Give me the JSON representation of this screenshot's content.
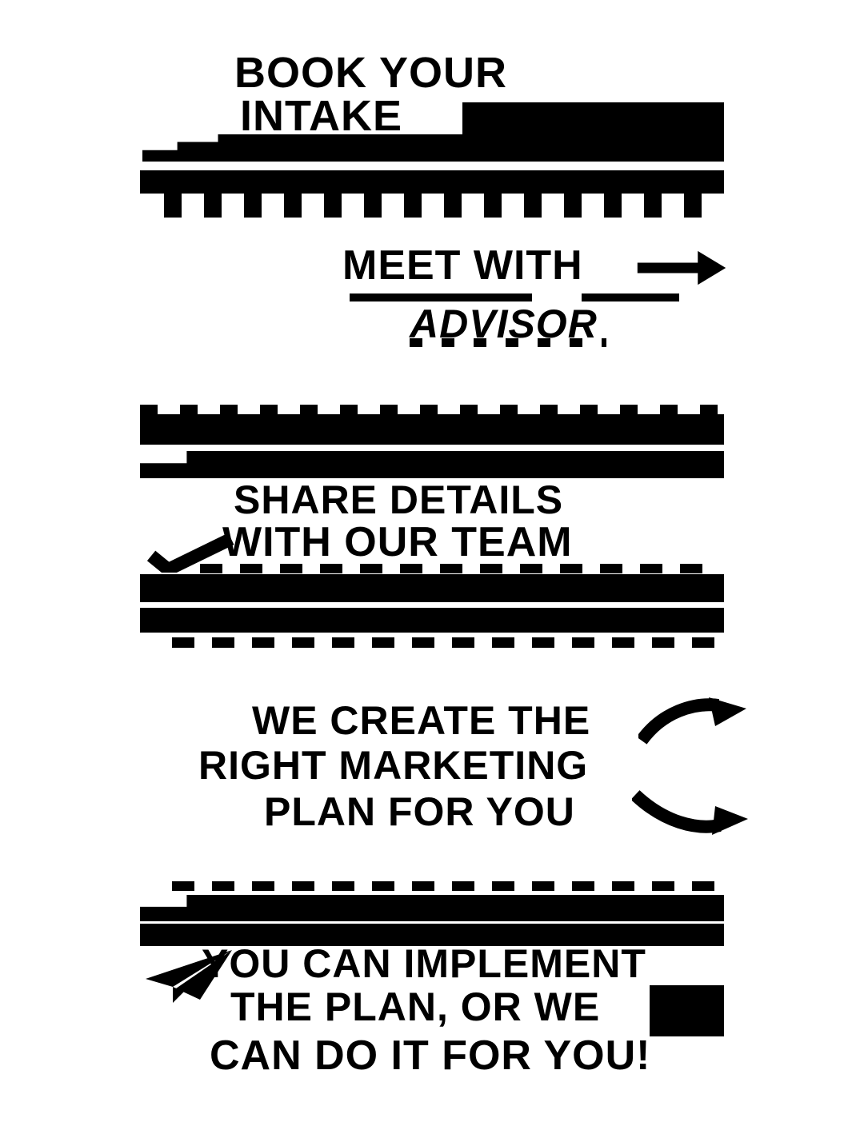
{
  "canvas": {
    "background_color": "#ffffff",
    "ink_color": "#000000",
    "description": "Heavily binarized black-and-white process infographic with five text steps separated by solid black bars and dashed divider rows"
  },
  "steps": [
    {
      "name": "step-1",
      "line1": "BOOK YOUR",
      "line2": "INTAKE",
      "decoration": "redacted-block-right"
    },
    {
      "name": "step-2",
      "line1": "MEET WITH",
      "line2": "ADVISOR",
      "decoration": "arrow-right"
    },
    {
      "name": "step-3",
      "line1": "SHARE DETAILS",
      "line2": "WITH OUR TEAM",
      "decoration": "check-icon-left"
    },
    {
      "name": "step-4",
      "line1": "WE CREATE THE",
      "line2": "RIGHT MARKETING",
      "line3": "PLAN FOR YOU",
      "decoration": "curved-arrows-right"
    },
    {
      "name": "step-5",
      "line1": "YOU CAN IMPLEMENT",
      "line2": "THE PLAN, OR WE",
      "line3": "CAN DO IT FOR YOU!",
      "decoration": "paper-plane-icon-left"
    }
  ],
  "icons": {
    "arrow_right": "arrow-right-icon",
    "check": "check-icon",
    "curved_arrow_upper": "curved-arrow-icon",
    "curved_arrow_lower": "curved-arrow-icon",
    "paper_plane": "paper-plane-icon"
  }
}
